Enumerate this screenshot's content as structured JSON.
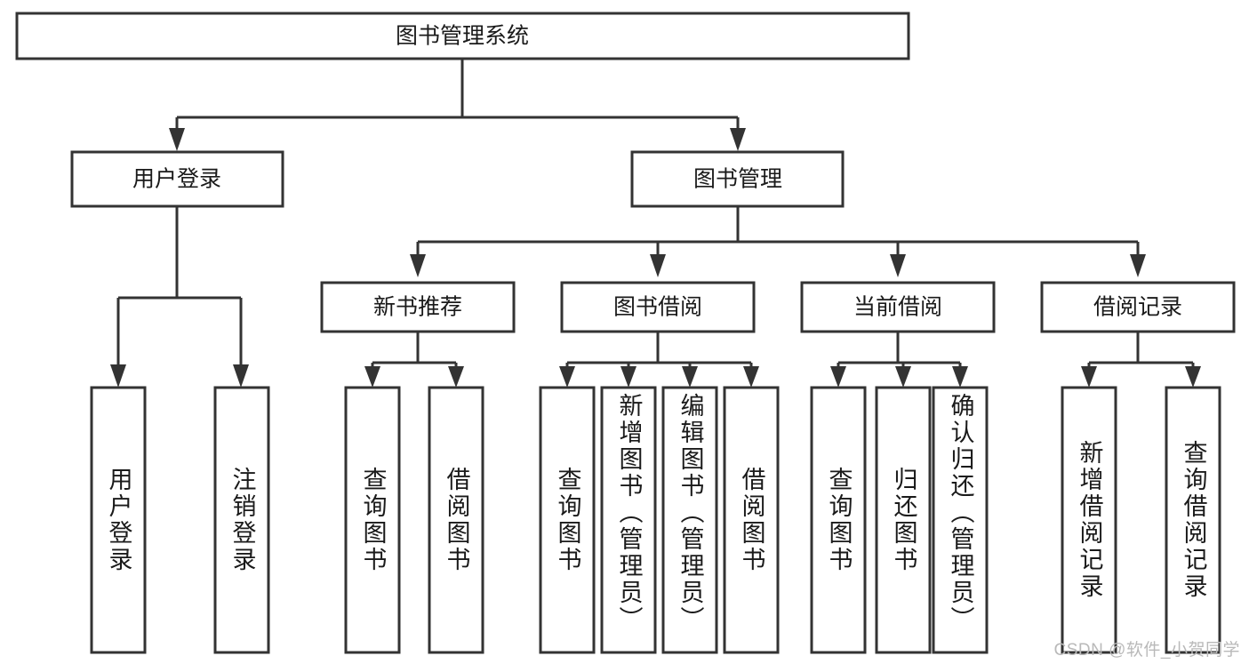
{
  "diagram": {
    "type": "tree",
    "title": "图书管理系统",
    "orientation": "top-down",
    "colors": {
      "box_stroke": "#333333",
      "box_fill": "#ffffff",
      "text": "#1a1a1a",
      "watermark": "#b9b9b9",
      "background": "#ffffff"
    },
    "root": {
      "label": "图书管理系统"
    },
    "level2": [
      {
        "label": "用户登录"
      },
      {
        "label": "图书管理"
      }
    ],
    "level3": [
      {
        "label": "新书推荐"
      },
      {
        "label": "图书借阅"
      },
      {
        "label": "当前借阅"
      },
      {
        "label": "借阅记录"
      }
    ],
    "leaves": {
      "user_login": [
        {
          "label": "用户登录"
        },
        {
          "label": "注销登录"
        }
      ],
      "new_book_recommend": [
        {
          "label": "查询图书"
        },
        {
          "label": "借阅图书"
        }
      ],
      "book_borrow": [
        {
          "label": "查询图书"
        },
        {
          "label": "新增图书（管理员）"
        },
        {
          "label": "编辑图书（管理员）"
        },
        {
          "label": "借阅图书"
        }
      ],
      "current_borrow": [
        {
          "label": "查询图书"
        },
        {
          "label": "归还图书"
        },
        {
          "label": "确认归还（管理员）"
        }
      ],
      "borrow_record": [
        {
          "label": "新增借阅记录"
        },
        {
          "label": "查询借阅记录"
        }
      ]
    },
    "watermark": "CSDN @软件_小贺同学"
  }
}
